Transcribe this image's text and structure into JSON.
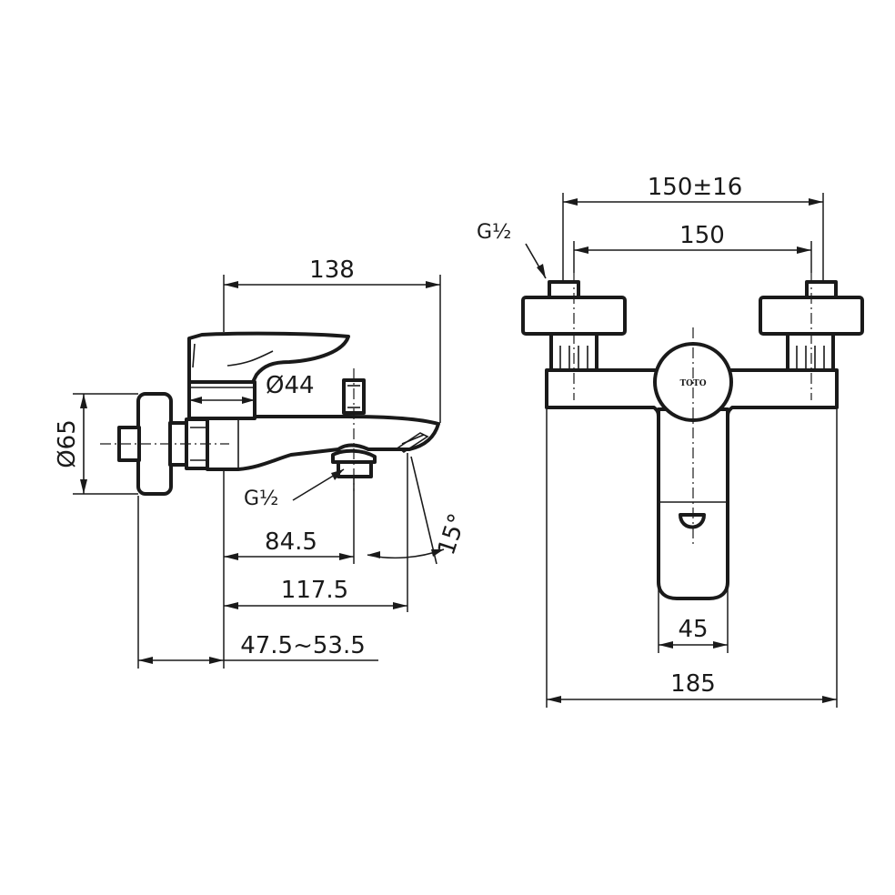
{
  "side_view": {
    "dim_overall_length": "138",
    "dim_handle_diameter": "Ø44",
    "dim_flange_diameter": "Ø65",
    "dim_outlet_thread": "G½",
    "dim_outlet_position": "84.5",
    "dim_spout_length": "117.5",
    "dim_wall_distance": "47.5~53.5",
    "dim_spout_angle": "15°"
  },
  "front_view": {
    "dim_inlet_thread": "G½",
    "dim_centers_adjustable": "150±16",
    "dim_centers": "150",
    "dim_handle_width": "45",
    "dim_overall_width": "185",
    "brand_logo": "TOTO"
  }
}
